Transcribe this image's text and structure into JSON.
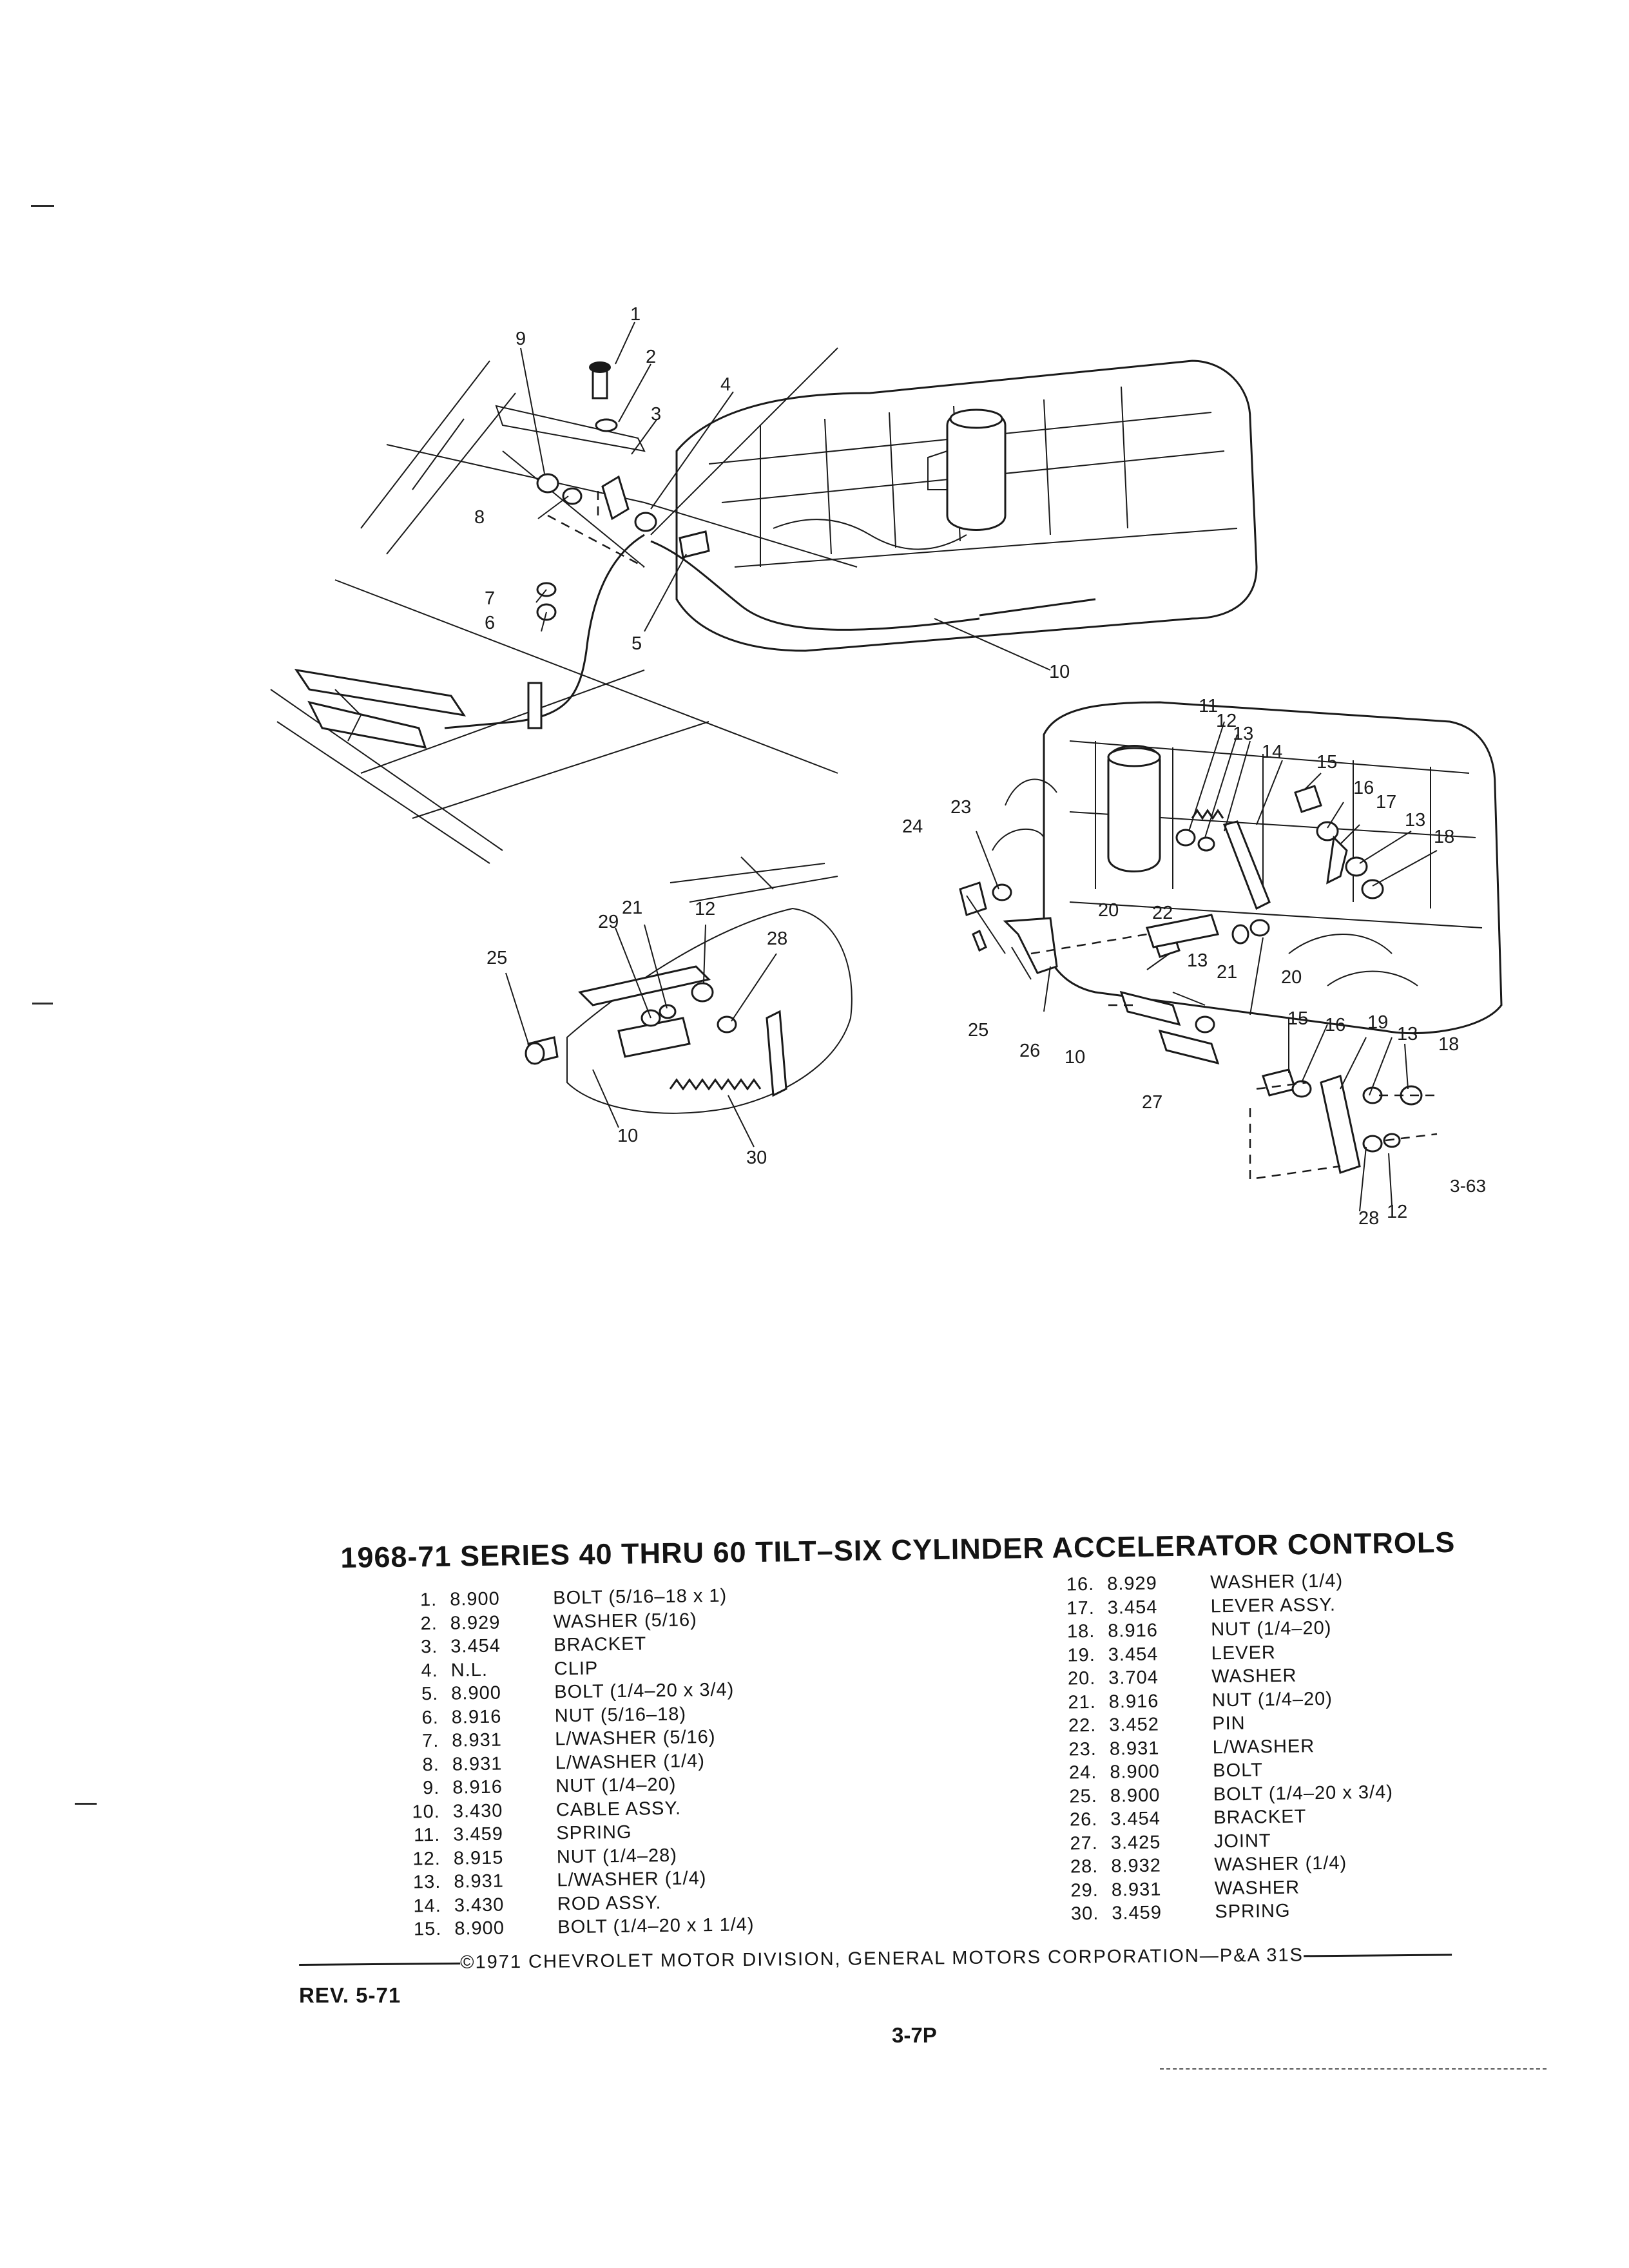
{
  "diagram": {
    "callouts": [
      "1",
      "2",
      "3",
      "4",
      "5",
      "6",
      "7",
      "8",
      "9",
      "10",
      "11",
      "12",
      "13",
      "14",
      "15",
      "16",
      "17",
      "18",
      "19",
      "20",
      "21",
      "22",
      "23",
      "24",
      "25",
      "26",
      "27",
      "28",
      "29",
      "30"
    ],
    "figure_ref": "3-63"
  },
  "document": {
    "title": "1968-71 SERIES 40 THRU 60 TILT–SIX CYLINDER ACCELERATOR CONTROLS",
    "parts_left": [
      {
        "no": "1.",
        "code": "8.900",
        "desc": "BOLT (5/16–18 x 1)"
      },
      {
        "no": "2.",
        "code": "8.929",
        "desc": "WASHER (5/16)"
      },
      {
        "no": "3.",
        "code": "3.454",
        "desc": "BRACKET"
      },
      {
        "no": "4.",
        "code": "N.L.",
        "desc": "CLIP"
      },
      {
        "no": "5.",
        "code": "8.900",
        "desc": "BOLT (1/4–20 x 3/4)"
      },
      {
        "no": "6.",
        "code": "8.916",
        "desc": "NUT (5/16–18)"
      },
      {
        "no": "7.",
        "code": "8.931",
        "desc": "L/WASHER (5/16)"
      },
      {
        "no": "8.",
        "code": "8.931",
        "desc": "L/WASHER (1/4)"
      },
      {
        "no": "9.",
        "code": "8.916",
        "desc": "NUT (1/4–20)"
      },
      {
        "no": "10.",
        "code": "3.430",
        "desc": "CABLE ASSY."
      },
      {
        "no": "11.",
        "code": "3.459",
        "desc": "SPRING"
      },
      {
        "no": "12.",
        "code": "8.915",
        "desc": "NUT (1/4–28)"
      },
      {
        "no": "13.",
        "code": "8.931",
        "desc": "L/WASHER (1/4)"
      },
      {
        "no": "14.",
        "code": "3.430",
        "desc": "ROD ASSY."
      },
      {
        "no": "15.",
        "code": "8.900",
        "desc": "BOLT (1/4–20 x 1 1/4)"
      }
    ],
    "parts_right": [
      {
        "no": "16.",
        "code": "8.929",
        "desc": "WASHER (1/4)"
      },
      {
        "no": "17.",
        "code": "3.454",
        "desc": "LEVER ASSY."
      },
      {
        "no": "18.",
        "code": "8.916",
        "desc": "NUT (1/4–20)"
      },
      {
        "no": "19.",
        "code": "3.454",
        "desc": "LEVER"
      },
      {
        "no": "20.",
        "code": "3.704",
        "desc": "WASHER"
      },
      {
        "no": "21.",
        "code": "8.916",
        "desc": "NUT (1/4–20)"
      },
      {
        "no": "22.",
        "code": "3.452",
        "desc": "PIN"
      },
      {
        "no": "23.",
        "code": "8.931",
        "desc": "L/WASHER"
      },
      {
        "no": "24.",
        "code": "8.900",
        "desc": "BOLT"
      },
      {
        "no": "25.",
        "code": "8.900",
        "desc": "BOLT (1/4–20 x 3/4)"
      },
      {
        "no": "26.",
        "code": "3.454",
        "desc": "BRACKET"
      },
      {
        "no": "27.",
        "code": "3.425",
        "desc": "JOINT"
      },
      {
        "no": "28.",
        "code": "8.932",
        "desc": "WASHER (1/4)"
      },
      {
        "no": "29.",
        "code": "8.931",
        "desc": "WASHER"
      },
      {
        "no": "30.",
        "code": "3.459",
        "desc": "SPRING"
      }
    ],
    "footer": "©1971 CHEVROLET MOTOR DIVISION, GENERAL MOTORS CORPORATION—P&A 31S",
    "revision": "REV. 5-71",
    "page_number": "3-7P"
  }
}
